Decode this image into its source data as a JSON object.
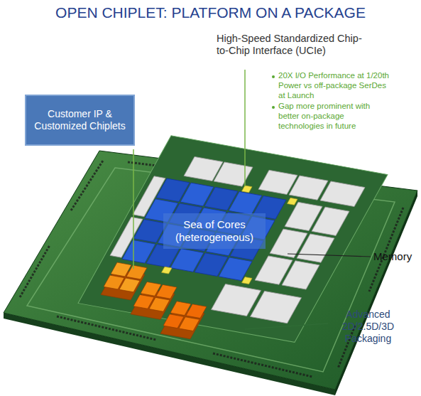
{
  "diagram": {
    "title": "OPEN CHIPLET: PLATFORM ON A PACKAGE",
    "nodes": [
      {
        "text": [
          "Customer IP & Customized Chiplets"
        ]
      },
      {
        "text": [
          "Sea of Cores (heterogeneous)"
        ]
      }
    ],
    "labels": [
      "High-Speed Standardized Chip-to-Chip Interface (UCIe)",
      "20X I/O Performance at 1/20th Power vs off-package SerDes at Launch",
      "Gap more prominent with better on-package technologies in future",
      "Memory",
      "Advanced 2D/2.5D/3D Packaging"
    ]
  }
}
